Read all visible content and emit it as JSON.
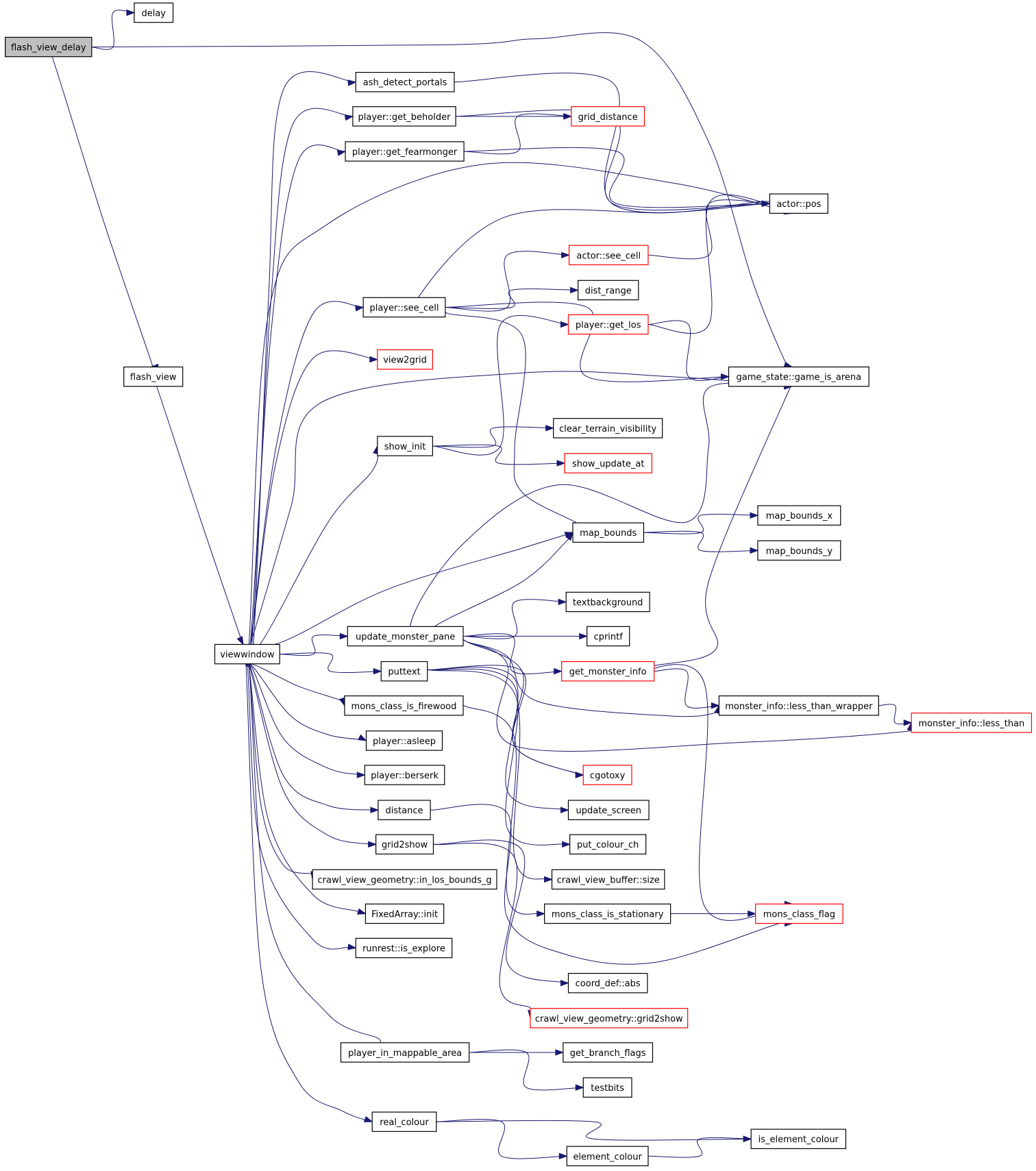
{
  "diagram": {
    "nodes": [
      {
        "id": "delay",
        "label": "delay",
        "style": "normal"
      },
      {
        "id": "flash_view_delay",
        "label": "flash_view_delay",
        "style": "root"
      },
      {
        "id": "ash_detect_portals",
        "label": "ash_detect_portals",
        "style": "normal"
      },
      {
        "id": "get_beholder",
        "label": "player::get_beholder",
        "style": "normal"
      },
      {
        "id": "grid_distance",
        "label": "grid_distance",
        "style": "red"
      },
      {
        "id": "get_fearmonger",
        "label": "player::get_fearmonger",
        "style": "normal"
      },
      {
        "id": "actor_pos",
        "label": "actor::pos",
        "style": "normal"
      },
      {
        "id": "actor_see_cell",
        "label": "actor::see_cell",
        "style": "red"
      },
      {
        "id": "dist_range",
        "label": "dist_range",
        "style": "normal"
      },
      {
        "id": "player_see_cell",
        "label": "player::see_cell",
        "style": "normal"
      },
      {
        "id": "get_los",
        "label": "player::get_los",
        "style": "red"
      },
      {
        "id": "view2grid",
        "label": "view2grid",
        "style": "red"
      },
      {
        "id": "flash_view",
        "label": "flash_view",
        "style": "normal"
      },
      {
        "id": "game_is_arena",
        "label": "game_state::game_is_arena",
        "style": "normal"
      },
      {
        "id": "clear_terrain_visibility",
        "label": "clear_terrain_visibility",
        "style": "normal"
      },
      {
        "id": "show_init",
        "label": "show_init",
        "style": "normal"
      },
      {
        "id": "show_update_at",
        "label": "show_update_at",
        "style": "red"
      },
      {
        "id": "map_bounds_x",
        "label": "map_bounds_x",
        "style": "normal"
      },
      {
        "id": "map_bounds",
        "label": "map_bounds",
        "style": "normal"
      },
      {
        "id": "map_bounds_y",
        "label": "map_bounds_y",
        "style": "normal"
      },
      {
        "id": "textbackground",
        "label": "textbackground",
        "style": "normal"
      },
      {
        "id": "update_monster_pane",
        "label": "update_monster_pane",
        "style": "normal"
      },
      {
        "id": "cprintf",
        "label": "cprintf",
        "style": "normal"
      },
      {
        "id": "viewwindow",
        "label": "viewwindow",
        "style": "normal"
      },
      {
        "id": "puttext",
        "label": "puttext",
        "style": "normal"
      },
      {
        "id": "get_monster_info",
        "label": "get_monster_info",
        "style": "red"
      },
      {
        "id": "mons_class_is_firewood",
        "label": "mons_class_is_firewood",
        "style": "normal"
      },
      {
        "id": "less_than_wrapper",
        "label": "monster_info::less_than_wrapper",
        "style": "normal"
      },
      {
        "id": "less_than",
        "label": "monster_info::less_than",
        "style": "red"
      },
      {
        "id": "player_asleep",
        "label": "player::asleep",
        "style": "normal"
      },
      {
        "id": "player_berserk",
        "label": "player::berserk",
        "style": "normal"
      },
      {
        "id": "cgotoxy",
        "label": "cgotoxy",
        "style": "red"
      },
      {
        "id": "distance",
        "label": "distance",
        "style": "normal"
      },
      {
        "id": "update_screen",
        "label": "update_screen",
        "style": "normal"
      },
      {
        "id": "grid2show",
        "label": "grid2show",
        "style": "normal"
      },
      {
        "id": "put_colour_ch",
        "label": "put_colour_ch",
        "style": "normal"
      },
      {
        "id": "in_los_bounds",
        "label": "crawl_view_geometry::in_los_bounds_g",
        "style": "normal"
      },
      {
        "id": "buffer_size",
        "label": "crawl_view_buffer::size",
        "style": "normal"
      },
      {
        "id": "fixedarray_init",
        "label": "FixedArray::init",
        "style": "normal"
      },
      {
        "id": "mons_class_is_stationary",
        "label": "mons_class_is_stationary",
        "style": "normal"
      },
      {
        "id": "mons_class_flag",
        "label": "mons_class_flag",
        "style": "red"
      },
      {
        "id": "is_explore",
        "label": "runrest::is_explore",
        "style": "normal"
      },
      {
        "id": "coord_abs",
        "label": "coord_def::abs",
        "style": "normal"
      },
      {
        "id": "cvg_grid2show",
        "label": "crawl_view_geometry::grid2show",
        "style": "red"
      },
      {
        "id": "player_in_mappable_area",
        "label": "player_in_mappable_area",
        "style": "normal"
      },
      {
        "id": "get_branch_flags",
        "label": "get_branch_flags",
        "style": "normal"
      },
      {
        "id": "testbits",
        "label": "testbits",
        "style": "normal"
      },
      {
        "id": "real_colour",
        "label": "real_colour",
        "style": "normal"
      },
      {
        "id": "is_element_colour",
        "label": "is_element_colour",
        "style": "normal"
      },
      {
        "id": "element_colour",
        "label": "element_colour",
        "style": "normal"
      }
    ],
    "edges": [
      [
        "flash_view_delay",
        "delay"
      ],
      [
        "flash_view_delay",
        "game_is_arena"
      ],
      [
        "flash_view_delay",
        "flash_view"
      ],
      [
        "flash_view",
        "viewwindow"
      ],
      [
        "viewwindow",
        "ash_detect_portals"
      ],
      [
        "viewwindow",
        "get_beholder"
      ],
      [
        "viewwindow",
        "get_fearmonger"
      ],
      [
        "viewwindow",
        "actor_pos"
      ],
      [
        "viewwindow",
        "player_see_cell"
      ],
      [
        "viewwindow",
        "view2grid"
      ],
      [
        "viewwindow",
        "game_is_arena"
      ],
      [
        "viewwindow",
        "show_init"
      ],
      [
        "viewwindow",
        "map_bounds"
      ],
      [
        "viewwindow",
        "update_monster_pane"
      ],
      [
        "viewwindow",
        "puttext"
      ],
      [
        "viewwindow",
        "mons_class_is_firewood"
      ],
      [
        "viewwindow",
        "player_asleep"
      ],
      [
        "viewwindow",
        "player_berserk"
      ],
      [
        "viewwindow",
        "distance"
      ],
      [
        "viewwindow",
        "grid2show"
      ],
      [
        "viewwindow",
        "in_los_bounds"
      ],
      [
        "viewwindow",
        "fixedarray_init"
      ],
      [
        "viewwindow",
        "is_explore"
      ],
      [
        "viewwindow",
        "player_in_mappable_area"
      ],
      [
        "viewwindow",
        "real_colour"
      ],
      [
        "ash_detect_portals",
        "actor_pos"
      ],
      [
        "get_beholder",
        "grid_distance"
      ],
      [
        "get_beholder",
        "actor_pos"
      ],
      [
        "get_fearmonger",
        "grid_distance"
      ],
      [
        "get_fearmonger",
        "actor_pos"
      ],
      [
        "player_see_cell",
        "actor_see_cell"
      ],
      [
        "player_see_cell",
        "dist_range"
      ],
      [
        "player_see_cell",
        "actor_pos"
      ],
      [
        "player_see_cell",
        "game_is_arena"
      ],
      [
        "player_see_cell",
        "map_bounds"
      ],
      [
        "actor_see_cell",
        "actor_pos"
      ],
      [
        "get_los",
        "actor_pos"
      ],
      [
        "get_los",
        "game_is_arena"
      ],
      [
        "show_init",
        "get_los"
      ],
      [
        "show_init",
        "clear_terrain_visibility"
      ],
      [
        "show_init",
        "show_update_at"
      ],
      [
        "map_bounds",
        "map_bounds_x"
      ],
      [
        "map_bounds",
        "map_bounds_y"
      ],
      [
        "update_monster_pane",
        "game_is_arena"
      ],
      [
        "update_monster_pane",
        "map_bounds"
      ],
      [
        "update_monster_pane",
        "textbackground"
      ],
      [
        "update_monster_pane",
        "cprintf"
      ],
      [
        "update_monster_pane",
        "get_monster_info"
      ],
      [
        "update_monster_pane",
        "less_than_wrapper"
      ],
      [
        "update_monster_pane",
        "less_than"
      ],
      [
        "update_monster_pane",
        "cgotoxy"
      ],
      [
        "get_monster_info",
        "game_is_arena"
      ],
      [
        "get_monster_info",
        "less_than_wrapper"
      ],
      [
        "get_monster_info",
        "mons_class_flag"
      ],
      [
        "less_than_wrapper",
        "less_than"
      ],
      [
        "puttext",
        "cgotoxy"
      ],
      [
        "puttext",
        "update_screen"
      ],
      [
        "puttext",
        "put_colour_ch"
      ],
      [
        "puttext",
        "buffer_size"
      ],
      [
        "mons_class_is_firewood",
        "mons_class_is_stationary"
      ],
      [
        "mons_class_is_stationary",
        "mons_class_flag"
      ],
      [
        "distance",
        "mons_class_flag"
      ],
      [
        "grid2show",
        "coord_abs"
      ],
      [
        "grid2show",
        "cvg_grid2show"
      ],
      [
        "player_in_mappable_area",
        "get_branch_flags"
      ],
      [
        "player_in_mappable_area",
        "testbits"
      ],
      [
        "real_colour",
        "is_element_colour"
      ],
      [
        "real_colour",
        "element_colour"
      ],
      [
        "element_colour",
        "is_element_colour"
      ]
    ]
  }
}
